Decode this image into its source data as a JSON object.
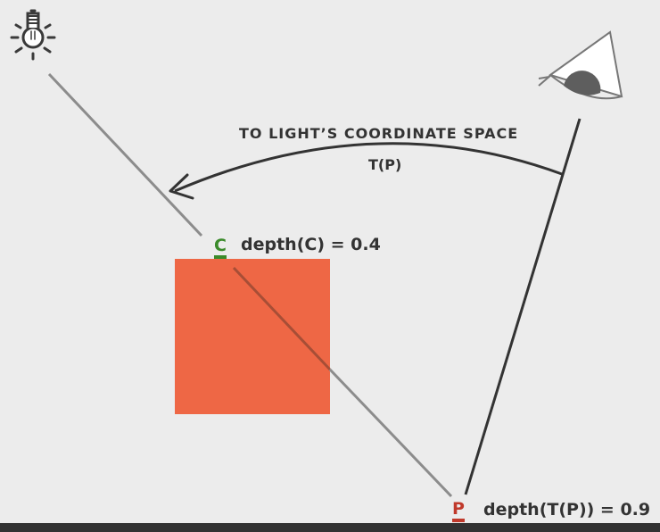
{
  "diagram": {
    "caption_line1": "TO LIGHT’S COORDINATE SPACE",
    "caption_line2": "T(P)",
    "point_c": {
      "letter": "C",
      "depth_label": "depth(C) = 0.4",
      "color": "#3a8a2a"
    },
    "point_p": {
      "letter": "P",
      "depth_label": "depth(T(P)) = 0.9",
      "color": "#c0392b"
    },
    "occluder_color": "#ee6745",
    "icons": [
      "light-bulb-icon",
      "eye-camera-icon"
    ]
  }
}
